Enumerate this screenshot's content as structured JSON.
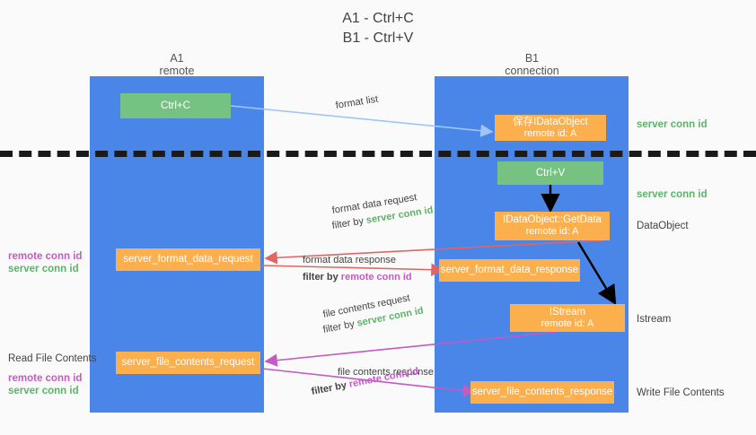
{
  "title": {
    "line1": "A1 - Ctrl+C",
    "line2": "B1 - Ctrl+V"
  },
  "columns": {
    "left": {
      "name": "A1",
      "role": "remote"
    },
    "right": {
      "name": "B1",
      "role": "connection"
    }
  },
  "colors": {
    "lane": "#4a86e8",
    "green_node": "#76c283",
    "orange_node": "#fbb04d",
    "server_conn": "#5cb368",
    "remote_conn": "#c45ac4",
    "blue_arrow": "#9fc5f8",
    "red_arrow": "#e06666",
    "magenta_arrow": "#c45ac4",
    "black_arrow": "#000000",
    "divider": "#1a1a1a",
    "background": "#fafafa"
  },
  "nodes": {
    "ctrl_c": {
      "label": "Ctrl+C"
    },
    "ctrl_v": {
      "label": "Ctrl+V"
    },
    "data_object": {
      "label": "保存IDataObject",
      "sub": "remote id: A"
    },
    "get_data": {
      "label": "IDataObject::GetData",
      "sub": "remote id: A"
    },
    "istream": {
      "label": "IStream",
      "sub": "remote id: A"
    },
    "fmt_req": {
      "label": "server_format_data_request"
    },
    "fmt_resp": {
      "label": "server_format_data_response"
    },
    "file_req": {
      "label": "server_file_contents_request"
    },
    "file_resp": {
      "label": "server_file_contents_response"
    }
  },
  "edge_labels": {
    "format_list": {
      "line1": "format list",
      "line2": ""
    },
    "fmt_request": {
      "line1": "format data request",
      "prefix": "filter by ",
      "filter": "server conn id"
    },
    "fmt_response": {
      "line1": "format data response",
      "prefix": "filter by ",
      "filter": "remote conn id"
    },
    "file_request": {
      "line1": "file contents request",
      "prefix": "filter by ",
      "filter": "server conn id"
    },
    "file_response": {
      "line1": "file contents response",
      "prefix": "filter by ",
      "filter": "remote conn id"
    }
  },
  "annotations": {
    "right_server_1": "server conn id",
    "right_server_2": "server conn id",
    "right_dataobject": "DataObject",
    "right_istream": "Istream",
    "right_write_file": "Write File Contents",
    "left_remote_1": "remote conn id",
    "left_server_1": "server conn id",
    "left_read_file": "Read File Contents",
    "left_remote_2": "remote conn id",
    "left_server_2": "server conn id"
  }
}
